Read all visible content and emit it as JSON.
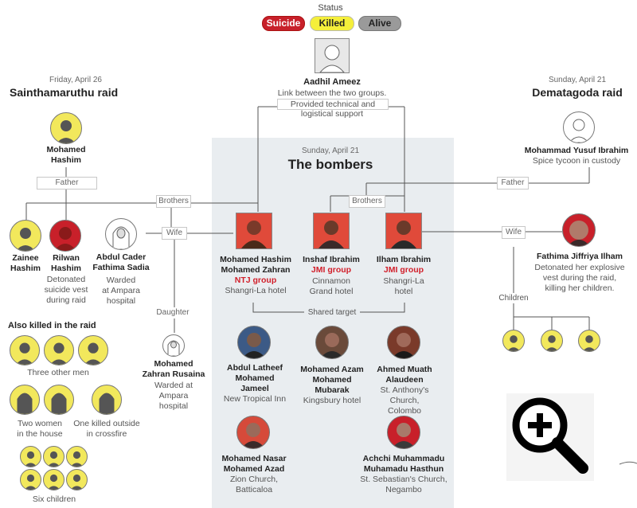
{
  "status": {
    "title": "Status",
    "pills": [
      {
        "label": "Suicide",
        "color": "#c8202a"
      },
      {
        "label": "Killed",
        "color": "#f5ef3a"
      },
      {
        "label": "Alive",
        "color": "#9a9a9a"
      }
    ]
  },
  "colors": {
    "killed": "#f2e85c",
    "suicide": "#c8202a",
    "alive": "#d4d4d4",
    "panel": "#e9edf0"
  },
  "center_top": {
    "name": "Aadhil Ameez",
    "desc1": "Link between the two groups.",
    "desc2": "Provided technical and",
    "desc3": "logistical support"
  },
  "left_raid": {
    "date": "Friday, April 26",
    "title": "Sainthamaruthu raid",
    "mohamed_hashim": {
      "l1": "Mohamed",
      "l2": "Hashim"
    },
    "father_label": "Father",
    "brothers_label": "Brothers",
    "zainee": {
      "l1": "Zainee",
      "l2": "Hashim"
    },
    "rilwan": {
      "l1": "Rilwan",
      "l2": "Hashim",
      "d1": "Detonated",
      "d2": "suicide vest",
      "d3": "during raid"
    },
    "fathima_sadia": {
      "l1": "Abdul Cader",
      "l2": "Fathima Sadia",
      "d1": "Warded",
      "d2": "at Ampara",
      "d3": "hospital"
    },
    "wife_label": "Wife",
    "daughter_label": "Daughter",
    "rusaina": {
      "l1": "Mohamed",
      "l2": "Zahran Rusaina",
      "d1": "Warded at",
      "d2": "Ampara",
      "d3": "hospital"
    },
    "also_killed_title": "Also killed in the raid",
    "three_men": "Three other men",
    "two_women_1": "Two women",
    "two_women_2": "in the house",
    "one_killed_1": "One killed outside",
    "one_killed_2": "in crossfire",
    "six_children": "Six children"
  },
  "bombers": {
    "date": "Sunday, April 21",
    "title": "The bombers",
    "brothers_label": "Brothers",
    "shared_target": "Shared target",
    "zahran": {
      "l1": "Mohamed Hashim",
      "l2": "Mohamed Zahran",
      "group": "NTJ group",
      "d1": "Shangri-La hotel"
    },
    "inshaf": {
      "l1": "Inshaf Ibrahim",
      "group": "JMI group",
      "d1": "Cinnamon",
      "d2": "Grand hotel"
    },
    "ilham": {
      "l1": "Ilham Ibrahim",
      "group": "JMI group",
      "d1": "Shangri-La",
      "d2": "hotel"
    },
    "jameel": {
      "l1": "Abdul Latheef",
      "l2": "Mohamed",
      "l3": "Jameel",
      "d1": "New Tropical Inn"
    },
    "azam": {
      "l1": "Mohamed Azam",
      "l2": "Mohamed",
      "l3": "Mubarak",
      "d1": "Kingsbury hotel"
    },
    "alaudeen": {
      "l1": "Ahmed Muath",
      "l2": "Alaudeen",
      "d1": "St. Anthony's",
      "d2": "Church,",
      "d3": "Colombo"
    },
    "azad": {
      "l1": "Mohamed Nasar",
      "l2": "Mohamed Azad",
      "d1": "Zion Church,",
      "d2": "Batticaloa"
    },
    "hasthun": {
      "l1": "Achchi Muhammadu",
      "l2": "Muhamadu Hasthun",
      "d1": "St. Sebastian's Church,",
      "d2": "Negambo"
    }
  },
  "right_raid": {
    "date": "Sunday, April 21",
    "title": "Dematagoda raid",
    "yusuf": {
      "l1": "Mohammad Yusuf Ibrahim",
      "d1": "Spice tycoon in custody"
    },
    "father_label": "Father",
    "wife_label": "Wife",
    "fathima": {
      "l1": "Fathima Jiffriya Ilham",
      "d1": "Detonated her explosive",
      "d2": "vest during the raid,",
      "d3": "killing  her children."
    },
    "children_label": "Children"
  },
  "zoom_icon": "magnifier-plus-icon"
}
